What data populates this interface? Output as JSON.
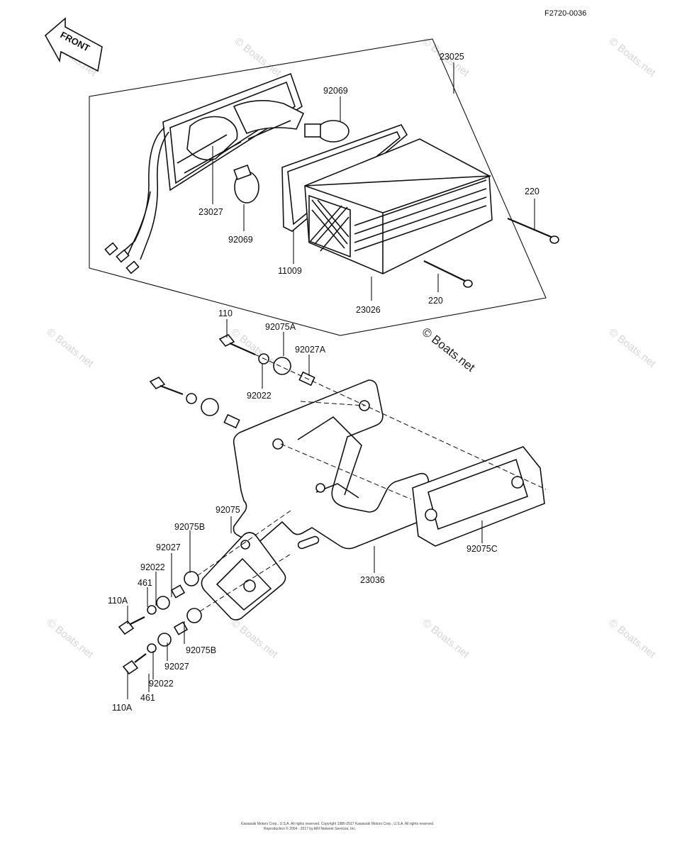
{
  "figure_ref": "F2720-0036",
  "front_arrow_label": "FRONT",
  "watermark": "© Boats.net",
  "footer_lines": [
    "Kawasaki Motors Corp., U.S.A. All rights reserved. Copyright 1985-2017 Kawasaki Motors Corp., U.S.A. All rights reserved.",
    "Reproduction © 2004 - 2017 by ARI Network Services, Inc."
  ],
  "callouts": [
    {
      "id": "c-23025",
      "label": "23025"
    },
    {
      "id": "c-92069-top",
      "label": "92069"
    },
    {
      "id": "c-23027",
      "label": "23027"
    },
    {
      "id": "c-92069-bot",
      "label": "92069"
    },
    {
      "id": "c-220-top",
      "label": "220"
    },
    {
      "id": "c-11009",
      "label": "11009"
    },
    {
      "id": "c-23026",
      "label": "23026"
    },
    {
      "id": "c-220-bot",
      "label": "220"
    },
    {
      "id": "c-110",
      "label": "110"
    },
    {
      "id": "c-92075A",
      "label": "92075A"
    },
    {
      "id": "c-92027A",
      "label": "92027A"
    },
    {
      "id": "c-92022-top",
      "label": "92022"
    },
    {
      "id": "c-92075",
      "label": "92075"
    },
    {
      "id": "c-92075B-top",
      "label": "92075B"
    },
    {
      "id": "c-92027-top",
      "label": "92027"
    },
    {
      "id": "c-92022-mid",
      "label": "92022"
    },
    {
      "id": "c-461-top",
      "label": "461"
    },
    {
      "id": "c-110A-top",
      "label": "110A"
    },
    {
      "id": "c-92075B-bot",
      "label": "92075B"
    },
    {
      "id": "c-92027-bot",
      "label": "92027"
    },
    {
      "id": "c-92022-bot",
      "label": "92022"
    },
    {
      "id": "c-461-bot",
      "label": "461"
    },
    {
      "id": "c-110A-bot",
      "label": "110A"
    },
    {
      "id": "c-23036",
      "label": "23036"
    },
    {
      "id": "c-92075C",
      "label": "92075C"
    }
  ]
}
